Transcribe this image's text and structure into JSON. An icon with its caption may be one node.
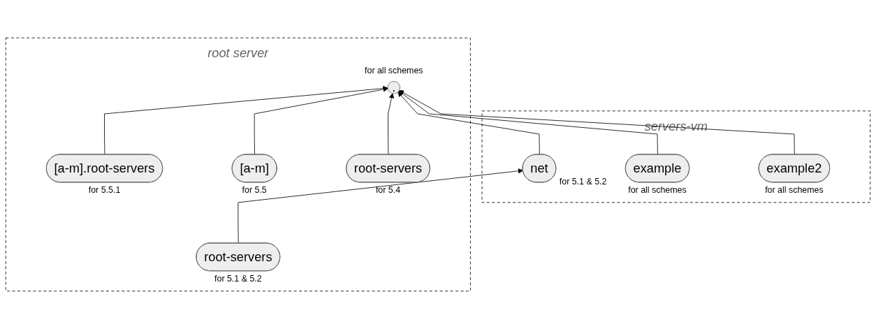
{
  "diagram": {
    "nodes": [
      {
        "text": [
          "root server"
        ]
      },
      {
        "text": [
          "."
        ],
        "beside": [
          "for all schemes"
        ],
        "in": 0
      },
      {
        "text": [
          "[a-m].root-servers"
        ],
        "beside": [
          "for 5.5.1"
        ],
        "in": 0
      },
      {
        "text": [
          "[a-m]"
        ],
        "beside": [
          "for 5.5"
        ],
        "in": 0
      },
      {
        "text": [
          "root-servers"
        ],
        "beside": [
          "for 5.4"
        ],
        "in": 0
      },
      {
        "text": [
          "root-servers"
        ],
        "beside": [
          "for 5.1 & 5.2"
        ],
        "in": 0
      },
      {
        "text": [
          "servers-vm"
        ]
      },
      {
        "text": [
          "net"
        ],
        "beside": [
          "for 5.1 & 5.2"
        ],
        "in": 6
      },
      {
        "text": [
          "example"
        ],
        "beside": [
          "for all schemes"
        ],
        "in": 6
      },
      {
        "text": [
          "example2"
        ],
        "beside": [
          "for all schemes"
        ],
        "in": 6
      }
    ],
    "edges": [
      {
        "from": 2,
        "to": 1,
        "arrow": "to"
      },
      {
        "from": 3,
        "to": 1,
        "arrow": "to"
      },
      {
        "from": 4,
        "to": 1,
        "arrow": "to"
      },
      {
        "from": 7,
        "to": 1,
        "arrow": "to"
      },
      {
        "from": 8,
        "to": 1,
        "arrow": "to"
      },
      {
        "from": 9,
        "to": 1,
        "arrow": "to"
      },
      {
        "from": 5,
        "to": 7,
        "arrow": "to"
      }
    ]
  }
}
